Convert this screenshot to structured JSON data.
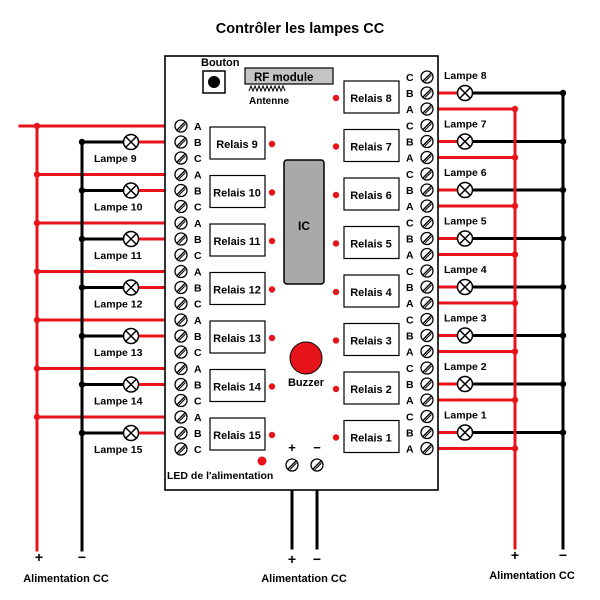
{
  "title": "Contrôler les lampes CC",
  "board": {
    "button_label": "Bouton",
    "rf_module_label": "RF module",
    "antenna_label": "Antenne",
    "ic_label": "IC",
    "buzzer_label": "Buzzer",
    "power_led_label": "LED de l'alimentation",
    "left_relays": [
      "Relais 9",
      "Relais 10",
      "Relais 11",
      "Relais 12",
      "Relais 13",
      "Relais 14",
      "Relais 15"
    ],
    "right_relays": [
      "Relais 8",
      "Relais 7",
      "Relais 6",
      "Relais 5",
      "Relais 4",
      "Relais 3",
      "Relais 2",
      "Relais 1"
    ],
    "left_terminal_letters": [
      "A",
      "B",
      "C"
    ],
    "right_terminal_letters": [
      "C",
      "B",
      "A"
    ]
  },
  "lamps": {
    "left": [
      "Lampe 9",
      "Lampe 10",
      "Lampe 11",
      "Lampe 12",
      "Lampe 13",
      "Lampe 14",
      "Lampe 15"
    ],
    "right": [
      "Lampe 8",
      "Lampe 7",
      "Lampe 6",
      "Lampe 5",
      "Lampe 4",
      "Lampe 3",
      "Lampe 2",
      "Lampe 1"
    ]
  },
  "power_supplies": {
    "left": {
      "label": "Alimentation CC",
      "plus": "+",
      "minus": "−"
    },
    "center": {
      "label": "Alimentation CC",
      "plus": "+",
      "minus": "−"
    },
    "right": {
      "label": "Alimentation CC",
      "plus": "+",
      "minus": "−"
    }
  },
  "colors": {
    "positive_wire": "#e8141c",
    "negative_wire": "#000000",
    "led": "#e8141c",
    "ic_fill": "#a9a9a9",
    "rf_fill": "#c4c4c4"
  }
}
